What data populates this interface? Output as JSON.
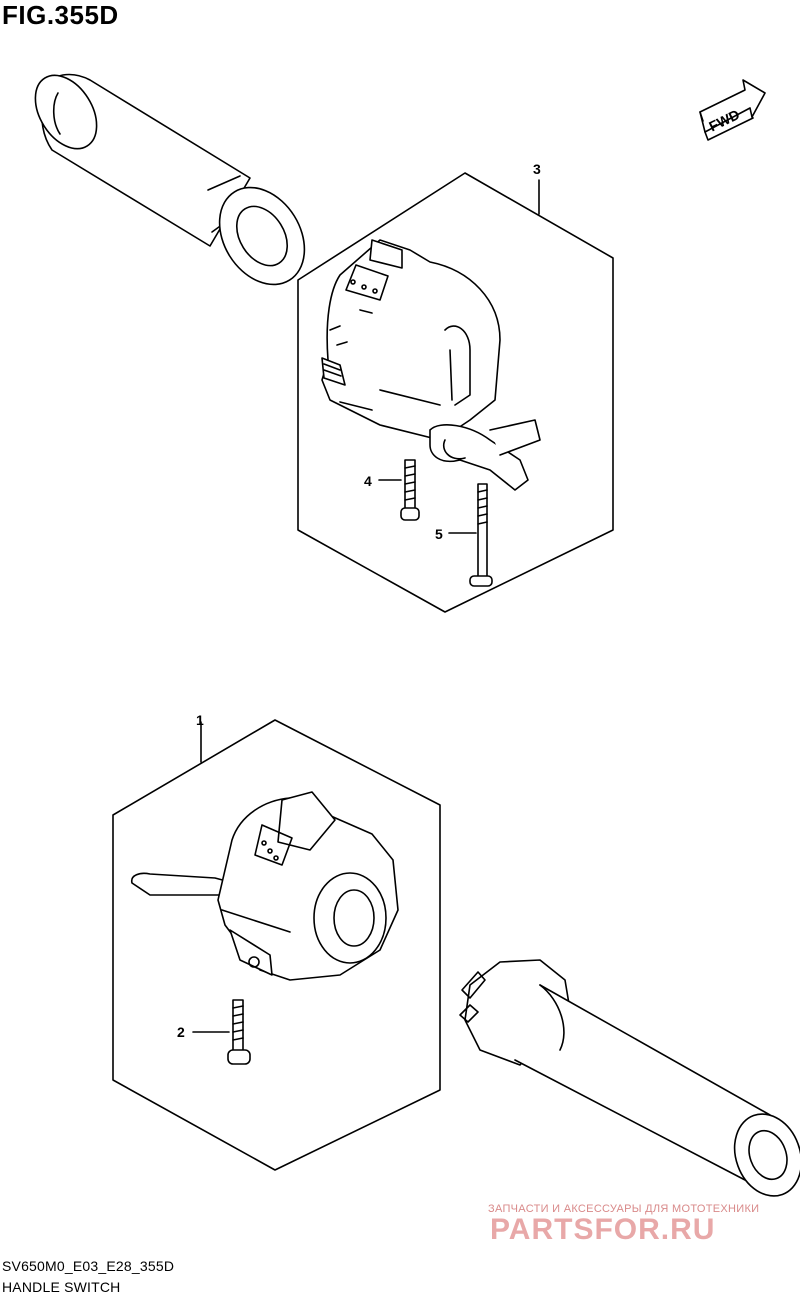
{
  "figure": {
    "title": "FIG.355D",
    "code": "SV650M0_E03_E28_355D",
    "name": "HANDLE SWITCH"
  },
  "direction_marker": "FWD",
  "callouts": [
    {
      "id": "1"
    },
    {
      "id": "2"
    },
    {
      "id": "3"
    },
    {
      "id": "4"
    },
    {
      "id": "5"
    }
  ],
  "icons": {
    "fwd": "arrow-fwd-icon"
  },
  "watermark": {
    "tagline": "ЗАПЧАСТИ И АКСЕССУАРЫ ДЛЯ МОТОТЕХНИКИ",
    "brand": "PARTSFOR.RU",
    "color": "#e8a8a8"
  }
}
